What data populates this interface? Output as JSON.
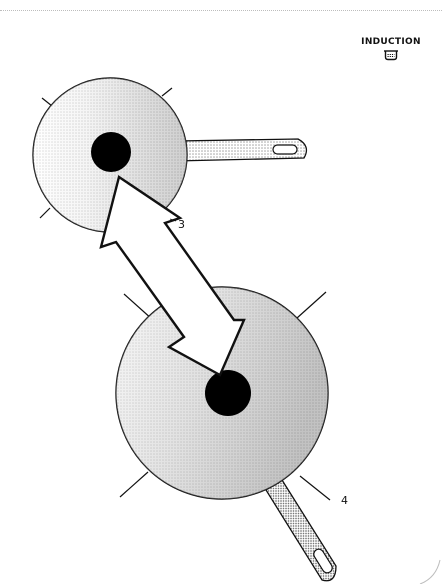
{
  "badge": {
    "label": "INDUCTION",
    "icon": "induction-pot-icon"
  },
  "callouts": {
    "small_pan": "3",
    "large_pan": "4"
  },
  "colors": {
    "ink": "#111111",
    "pan_shade": "#bfbfbf",
    "burner": "#000000",
    "background": "#ffffff"
  }
}
